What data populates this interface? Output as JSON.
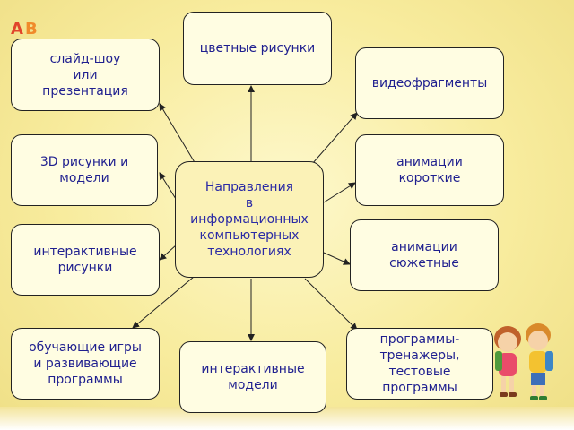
{
  "center": "Направления\nв\nинформационных\nкомпьютерных\nтехнологиях",
  "nodes": {
    "top": "цветные рисунки",
    "left1": "слайд-шоу\nили\nпрезентация",
    "left2": "3D рисунки и\nмодели",
    "left3": "интерактивные\nрисунки",
    "left4": "обучающие игры\nи развивающие\nпрограммы",
    "bottom": "интерактивные\nмодели",
    "right1": "видеофрагменты",
    "right2": "анимации\nкороткие",
    "right3": "анимации\nсюжетные",
    "right4": "программы-\nтренажеры,\nтестовые\nпрограммы"
  },
  "logo": {
    "a": "A",
    "b": "B"
  },
  "colors": {
    "text": "#1f1f8f",
    "box": "#fffde2",
    "center_box": "#fbf2b7",
    "background": "#f8ec9e",
    "arrow": "#222222"
  }
}
